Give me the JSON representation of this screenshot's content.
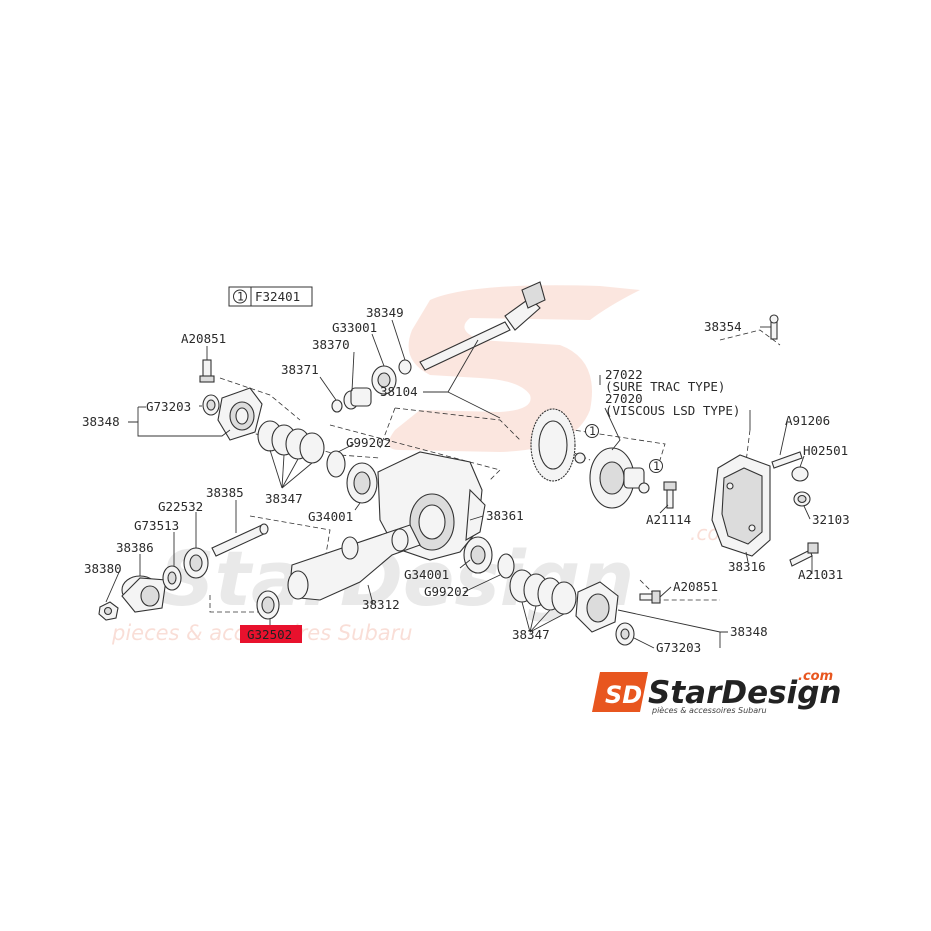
{
  "diagram": {
    "reference_box": {
      "circle_number": "1",
      "code": "F32401"
    },
    "part_labels": {
      "a20851_top": "A20851",
      "g73203_left": "G73203",
      "p38348_left": "38348",
      "p38347_top": "38347",
      "p38371": "38371",
      "p38370": "38370",
      "g33001": "G33001",
      "p38349": "38349",
      "p38104": "38104",
      "g99202_top": "G99202",
      "g34001_top": "G34001",
      "p38385": "38385",
      "g22532": "G22532",
      "g73513": "G73513",
      "p38386": "38386",
      "p38380": "38380",
      "p38361": "38361",
      "p38312": "38312",
      "g34001_bottom": "G34001",
      "g99202_bottom": "G99202",
      "p38347_bottom": "38347",
      "a20851_bottom": "A20851",
      "g73203_right": "G73203",
      "p38348_right": "38348",
      "p27022": "27022",
      "sure_trac": "(SURE TRAC TYPE)",
      "p27020": "27020",
      "viscous": "(VISCOUS LSD TYPE)",
      "callout_1a": "1",
      "callout_1b": "1",
      "a21114": "A21114",
      "p38354": "38354",
      "a91206": "A91206",
      "h02501": "H02501",
      "p32103": "32103",
      "p38316": "38316",
      "a21031": "A21031"
    },
    "highlighted_part": {
      "label": "G32502",
      "color": "#e8112d"
    }
  },
  "watermark": {
    "brand": "StarDesign",
    "tagline": "pieces & accessoires Subaru",
    "domain": ".com"
  },
  "logo": {
    "brand": "StarDesign",
    "domain": ".com",
    "tagline": "pièces & accessoires Subaru",
    "mark": "SD",
    "accent_color": "#e8561f"
  }
}
